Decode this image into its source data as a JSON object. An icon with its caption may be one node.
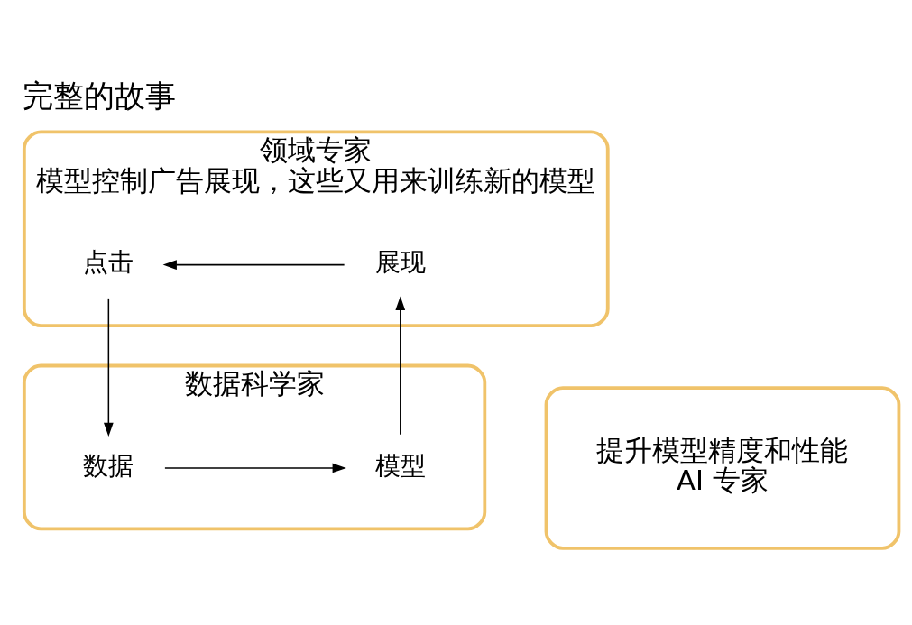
{
  "diagram": {
    "title": "完整的故事",
    "nodes": [
      {
        "text": [
          "领域专家",
          "模型控制广告展现，这些又用来训练新的模型"
        ]
      },
      {
        "text": [
          "点击"
        ],
        "in": 0
      },
      {
        "text": [
          "展现"
        ],
        "in": 0
      },
      {
        "text": [
          "数据科学家"
        ]
      },
      {
        "text": [
          "数据"
        ],
        "in": 3
      },
      {
        "text": [
          "模型"
        ],
        "in": 3
      },
      {
        "text": [
          "提升模型精度和性能",
          "AI 专家"
        ]
      }
    ],
    "edges": [
      {
        "from": 2,
        "to": 1,
        "arrow": "to"
      },
      {
        "from": 1,
        "to": 4,
        "arrow": "to"
      },
      {
        "from": 4,
        "to": 5,
        "arrow": "to"
      },
      {
        "from": 5,
        "to": 2,
        "arrow": "to"
      }
    ]
  }
}
